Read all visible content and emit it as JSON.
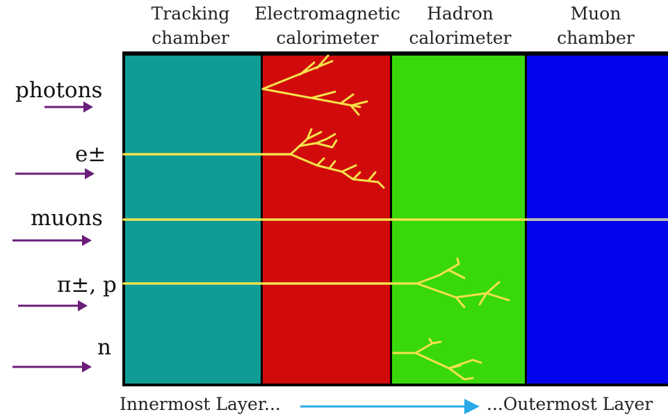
{
  "layers": [
    {
      "name": "tracking",
      "header_line1": "Tracking",
      "header_line2": "chamber",
      "color": "#0f9b96"
    },
    {
      "name": "em",
      "header_line1": "Electromagnetic",
      "header_line2": "calorimeter",
      "color": "#d10b0b"
    },
    {
      "name": "hadron",
      "header_line1": "Hadron",
      "header_line2": "calorimeter",
      "color": "#39d80b"
    },
    {
      "name": "muon",
      "header_line1": "Muon",
      "header_line2": "chamber",
      "color": "#0404ec"
    }
  ],
  "particles": {
    "photons": "photons",
    "electrons": "e±",
    "muons": "muons",
    "pions_protons": "π±, p",
    "neutrons": "n"
  },
  "footer": {
    "inner": "Innermost Layer...",
    "outer": "...Outermost Layer"
  },
  "colors": {
    "track": "#f4e24a",
    "muon_track_outer": "#b9b9b9",
    "incoming_arrow": "#6a1e78",
    "footer_arrow": "#29a9e6",
    "border": "#000000"
  }
}
